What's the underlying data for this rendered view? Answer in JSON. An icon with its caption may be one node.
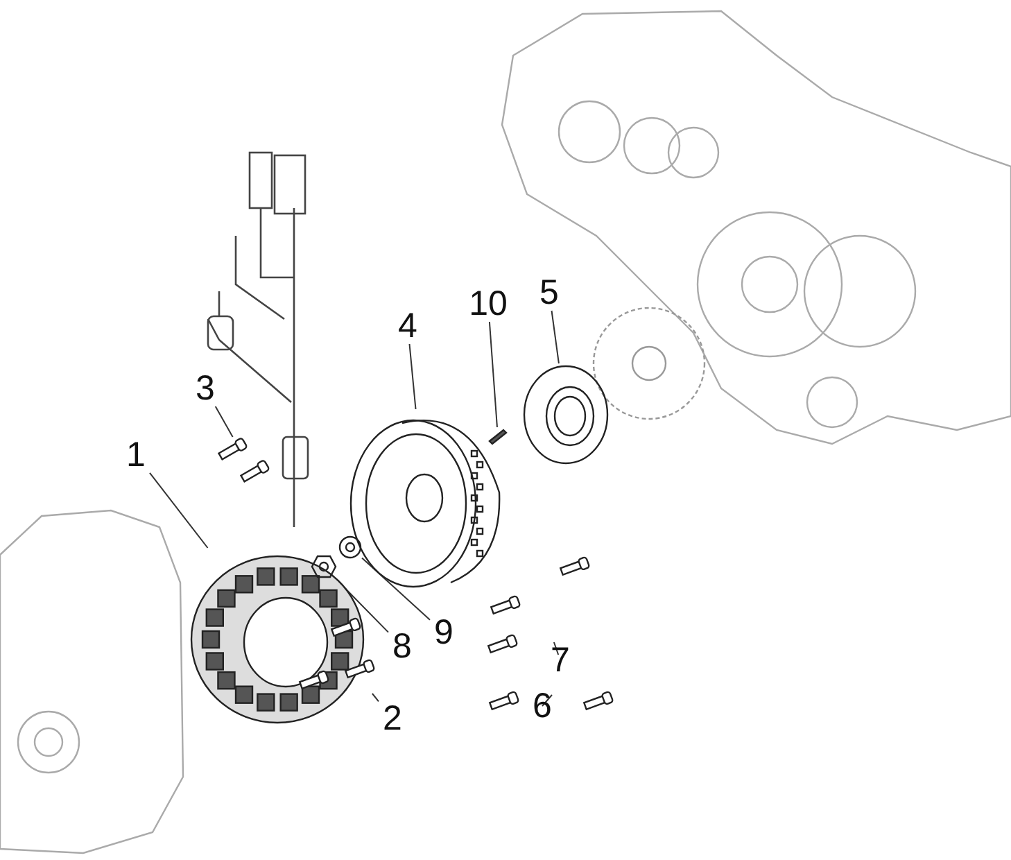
{
  "diagram": {
    "nodes": [
      {
        "text": [
          "5"
        ]
      },
      {
        "text": [
          "10"
        ]
      },
      {
        "text": [
          "4"
        ]
      },
      {
        "text": [
          "3"
        ]
      },
      {
        "text": [
          "1"
        ]
      },
      {
        "text": [
          "9"
        ]
      },
      {
        "text": [
          "8"
        ]
      },
      {
        "text": [
          "7"
        ]
      },
      {
        "text": [
          "6"
        ]
      },
      {
        "text": [
          "2"
        ]
      },
      {
        "text": [],
        "shape": "picture"
      },
      {
        "text": [],
        "shape": "picture"
      },
      {
        "text": [],
        "shape": "picture"
      },
      {
        "text": [],
        "shape": "picture"
      },
      {
        "text": [],
        "shape": "picture"
      },
      {
        "text": [],
        "shape": "picture"
      },
      {
        "text": [],
        "shape": "picture"
      },
      {
        "text": [],
        "shape": "picture"
      },
      {
        "text": [],
        "shape": "picture"
      },
      {
        "text": [],
        "shape": "picture"
      }
    ],
    "edges": [
      {
        "from": 0,
        "to": 10,
        "arrow": "none"
      },
      {
        "from": 1,
        "to": 11,
        "arrow": "none"
      },
      {
        "from": 2,
        "to": 12,
        "arrow": "none"
      },
      {
        "from": 3,
        "to": 13,
        "arrow": "none"
      },
      {
        "from": 4,
        "to": 14,
        "arrow": "none"
      },
      {
        "from": 5,
        "to": 15,
        "arrow": "none"
      },
      {
        "from": 6,
        "to": 16,
        "arrow": "none"
      },
      {
        "from": 7,
        "to": 17,
        "arrow": "none"
      },
      {
        "from": 8,
        "to": 18,
        "arrow": "none"
      },
      {
        "from": 9,
        "to": 19,
        "arrow": "none"
      }
    ]
  }
}
